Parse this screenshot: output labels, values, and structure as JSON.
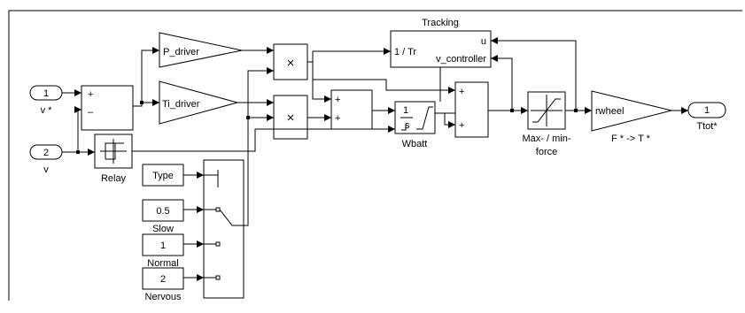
{
  "diagram": {
    "inports": [
      {
        "number": "1",
        "label": "v *"
      },
      {
        "number": "2",
        "label": "v"
      }
    ],
    "outport": {
      "number": "1",
      "label": "Ttot*"
    },
    "sum_v": {
      "plus": "+",
      "minus": "–"
    },
    "gains": {
      "p_driver": "P_driver",
      "ti_driver": "Ti_driver",
      "rwheel": "rwheel",
      "rwheel_caption": "F * -> T *"
    },
    "products": {
      "top": "×",
      "bottom": "×"
    },
    "sum_mid": {
      "top": "+",
      "bottom": "+"
    },
    "sum_right": {
      "top": "+",
      "bottom": "+"
    },
    "tracking": {
      "title": "Tracking",
      "port_in": "1 / Tr",
      "port_u": "u",
      "port_v": "v_controller"
    },
    "integrator": {
      "num": "1",
      "den": "s",
      "caption": "Wbatt"
    },
    "saturation": {
      "caption_line1": "Max- / min-",
      "caption_line2": "force"
    },
    "relay": {
      "caption": "Relay"
    },
    "constants": [
      {
        "value": "Type",
        "label": ""
      },
      {
        "value": "0.5",
        "label": "Slow"
      },
      {
        "value": "1",
        "label": "Normal"
      },
      {
        "value": "2",
        "label": "Nervous"
      }
    ]
  }
}
